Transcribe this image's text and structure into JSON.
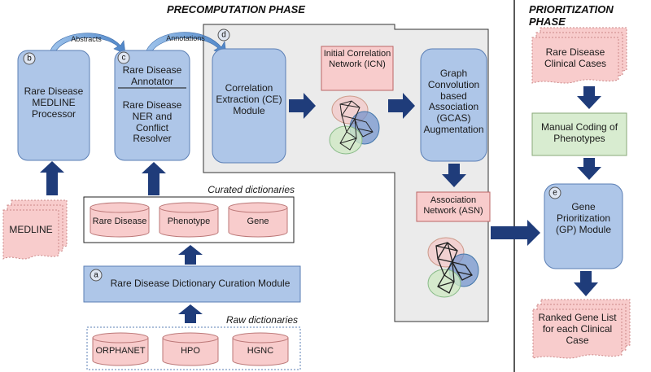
{
  "phases": {
    "precomputation": "PRECOMPUTATION PHASE",
    "prioritization": "PRIORITIZATION PHASE"
  },
  "arcs": {
    "abstracts": "Abstracts",
    "annotations": "Annotations"
  },
  "badges": {
    "a": "a",
    "b": "b",
    "c": "c",
    "d": "d",
    "e": "e"
  },
  "modules": {
    "medline_processor": "Rare Disease MEDLINE Processor",
    "annotator": "Rare Disease Annotator",
    "ner": "Rare Disease NER and Conflict Resolver",
    "curation": "Rare Disease Dictionary Curation Module",
    "correlation_extraction": "Correlation Extraction (CE) Module",
    "gcas": "Graph Convolution based Association (GCAS) Augmentation",
    "gene_prioritization": "Gene Prioritization (GP) Module"
  },
  "networks": {
    "icn": "Initial Correlation Network (ICN)",
    "asn": "Association Network (ASN)"
  },
  "documents": {
    "medline": "MEDLINE",
    "clinical_cases": "Rare Disease Clinical Cases",
    "ranked_list": "Ranked Gene List for each Clinical Case"
  },
  "manual_coding": "Manual Coding of Phenotypes",
  "curated_dictionaries": {
    "title": "Curated dictionaries",
    "items": [
      "Rare Disease",
      "Phenotype",
      "Gene"
    ]
  },
  "raw_dictionaries": {
    "title": "Raw dictionaries",
    "items": [
      "ORPHANET",
      "HPO",
      "HGNC"
    ]
  },
  "colors": {
    "module_fill": "#aec6e8",
    "module_stroke": "#5b7fb5",
    "pink_fill": "#f8cccc",
    "pink_stroke": "#d88f8f",
    "green_fill": "#d8ecd0",
    "arrow": "#1f3c7a",
    "panel_fill": "#ebebeb"
  }
}
